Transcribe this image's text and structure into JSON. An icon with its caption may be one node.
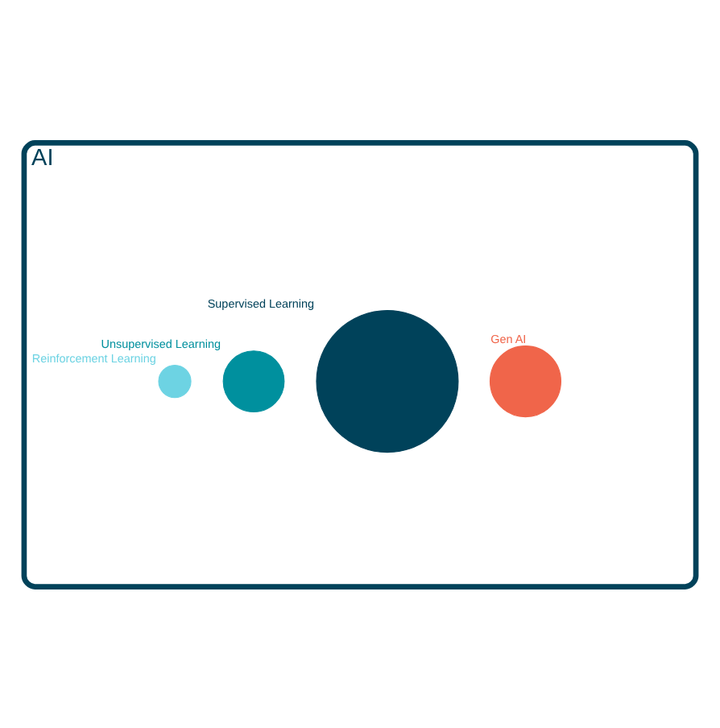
{
  "diagram": {
    "nodes": [
      {
        "text": [
          "AI"
        ]
      },
      {
        "text": [],
        "shape": "circle",
        "in": 0,
        "beside": [
          "Gen AI"
        ]
      },
      {
        "text": [],
        "shape": "circle",
        "in": 0,
        "beside": [
          "Supervised Learning"
        ]
      },
      {
        "text": [],
        "shape": "circle",
        "in": 0,
        "beside": [
          "Unsupervised Learning"
        ]
      },
      {
        "text": [],
        "shape": "circle",
        "in": 0,
        "beside": [
          "Reinforcement Learning"
        ]
      }
    ],
    "edges": []
  }
}
